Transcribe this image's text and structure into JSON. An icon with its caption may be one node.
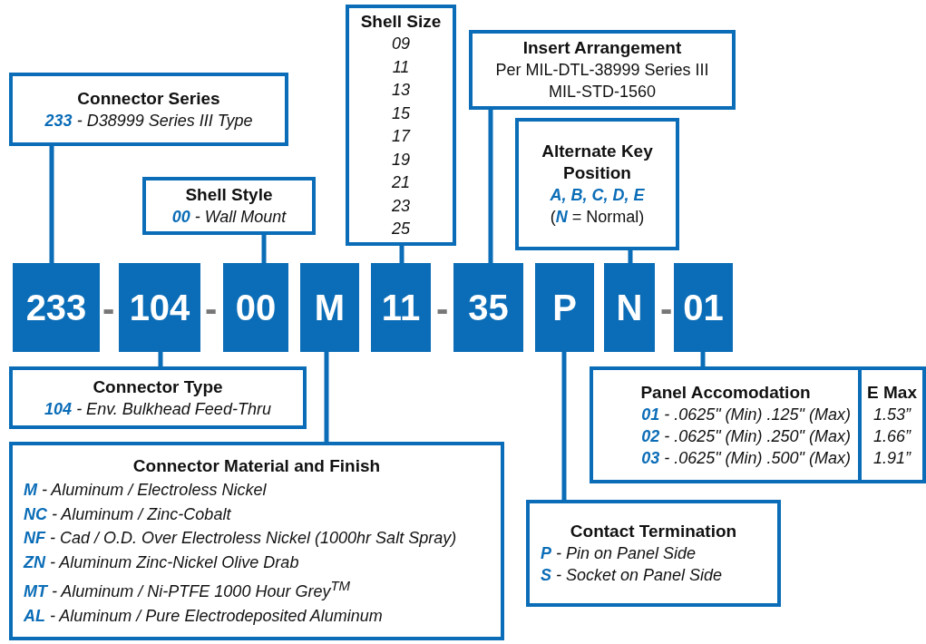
{
  "diagram": {
    "nodes": [
      {
        "text": [
          "Connector Series",
          "**233** - D38999 Series III Type"
        ]
      },
      {
        "text": [
          "Shell Style",
          "**00** - Wall Mount"
        ]
      },
      {
        "text": [
          "Shell Size",
          "09",
          "11",
          "13",
          "15",
          "17",
          "19",
          "21",
          "23",
          "25"
        ]
      },
      {
        "text": [
          "Insert Arrangement",
          "Per MIL-DTL-38999 Series III",
          "MIL-STD-1560"
        ]
      },
      {
        "text": [
          "Alternate Key Position",
          "A, B, C, D, E",
          "(**N** = Normal)"
        ]
      },
      {
        "text": [
          "233"
        ]
      },
      {
        "text": [
          "104"
        ]
      },
      {
        "text": [
          "00"
        ]
      },
      {
        "text": [
          "M"
        ]
      },
      {
        "text": [
          "11"
        ]
      },
      {
        "text": [
          "35"
        ]
      },
      {
        "text": [
          "P"
        ]
      },
      {
        "text": [
          "N"
        ]
      },
      {
        "text": [
          "01"
        ]
      },
      {
        "text": [
          "Connector Type",
          "**104** - Env. Bulkhead Feed-Thru"
        ]
      },
      {
        "text": [
          "Panel Accomodation",
          "**01** - .0625\" (Min) .125\" (Max)",
          "**02** - .0625\" (Min) .250\" (Max)",
          "**03** - .0625\" (Min) .500\" (Max)"
        ]
      },
      {
        "text": [
          "E Max",
          "1.53”",
          "1.66”",
          "1.91”"
        ]
      },
      {
        "text": [
          "Connector Material and Finish",
          "**M** - Aluminum / Electroless Nickel",
          "**NC** - Aluminum / Zinc-Cobalt",
          "**NF** - Cad / O.D. Over Electroless Nickel (1000hr Salt Spray)",
          "**ZN** - Aluminum Zinc-Nickel Olive Drab",
          "**MT** - Aluminum / Ni-PTFE 1000 Hour Grey$^{TM}$",
          "**AL** - Aluminum / Pure Electrodeposited Aluminum"
        ]
      },
      {
        "text": [
          "Contact Termination",
          "**P** - Pin on Panel Side",
          "**S** - Socket on Panel Side"
        ]
      }
    ],
    "edges": [
      {
        "from": 0,
        "to": 5,
        "arrow": "none"
      },
      {
        "from": 1,
        "to": 7,
        "arrow": "none"
      },
      {
        "from": 2,
        "to": 9,
        "arrow": "none"
      },
      {
        "from": 3,
        "to": 10,
        "arrow": "none"
      },
      {
        "from": 4,
        "to": 12,
        "arrow": "none"
      },
      {
        "from": 14,
        "to": 6,
        "arrow": "none"
      },
      {
        "from": 17,
        "to": 8,
        "arrow": "none"
      },
      {
        "from": 15,
        "to": 13,
        "arrow": "none"
      },
      {
        "from": 18,
        "to": 11,
        "arrow": "none"
      }
    ],
    "labels": [
      "-",
      "-",
      "-",
      "-"
    ]
  }
}
